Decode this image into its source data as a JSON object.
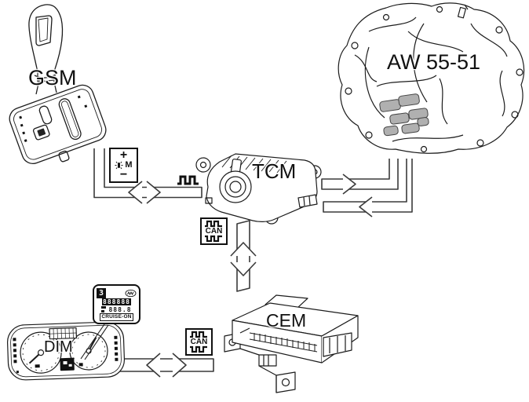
{
  "diagram": {
    "labels": {
      "gsm": "GSM",
      "transmission": "AW 55-51",
      "tcm": "TCM",
      "cem": "CEM",
      "dim": "DIM"
    },
    "gear_mode_indicator": {
      "plus": "+",
      "mode": "M",
      "minus": "−"
    },
    "can_badge": {
      "label": "CAN"
    },
    "dim_display": {
      "gear_position": "3",
      "digits_row": "888888",
      "digits_small": "888.8",
      "status": "CRUISE-ON"
    },
    "icons": {
      "pwm_signal": "square-wave-icon",
      "can_bus": "can-square-wave-icon",
      "manual_mode_lamp": "indicator-lamp-icon",
      "winter_mode": "winter-mode-icon"
    },
    "colors": {
      "line": "#1c1c1c",
      "arrow_line": "#3a3a3a",
      "solenoid_fill": "#b0b0b0",
      "background": "#ffffff"
    }
  }
}
